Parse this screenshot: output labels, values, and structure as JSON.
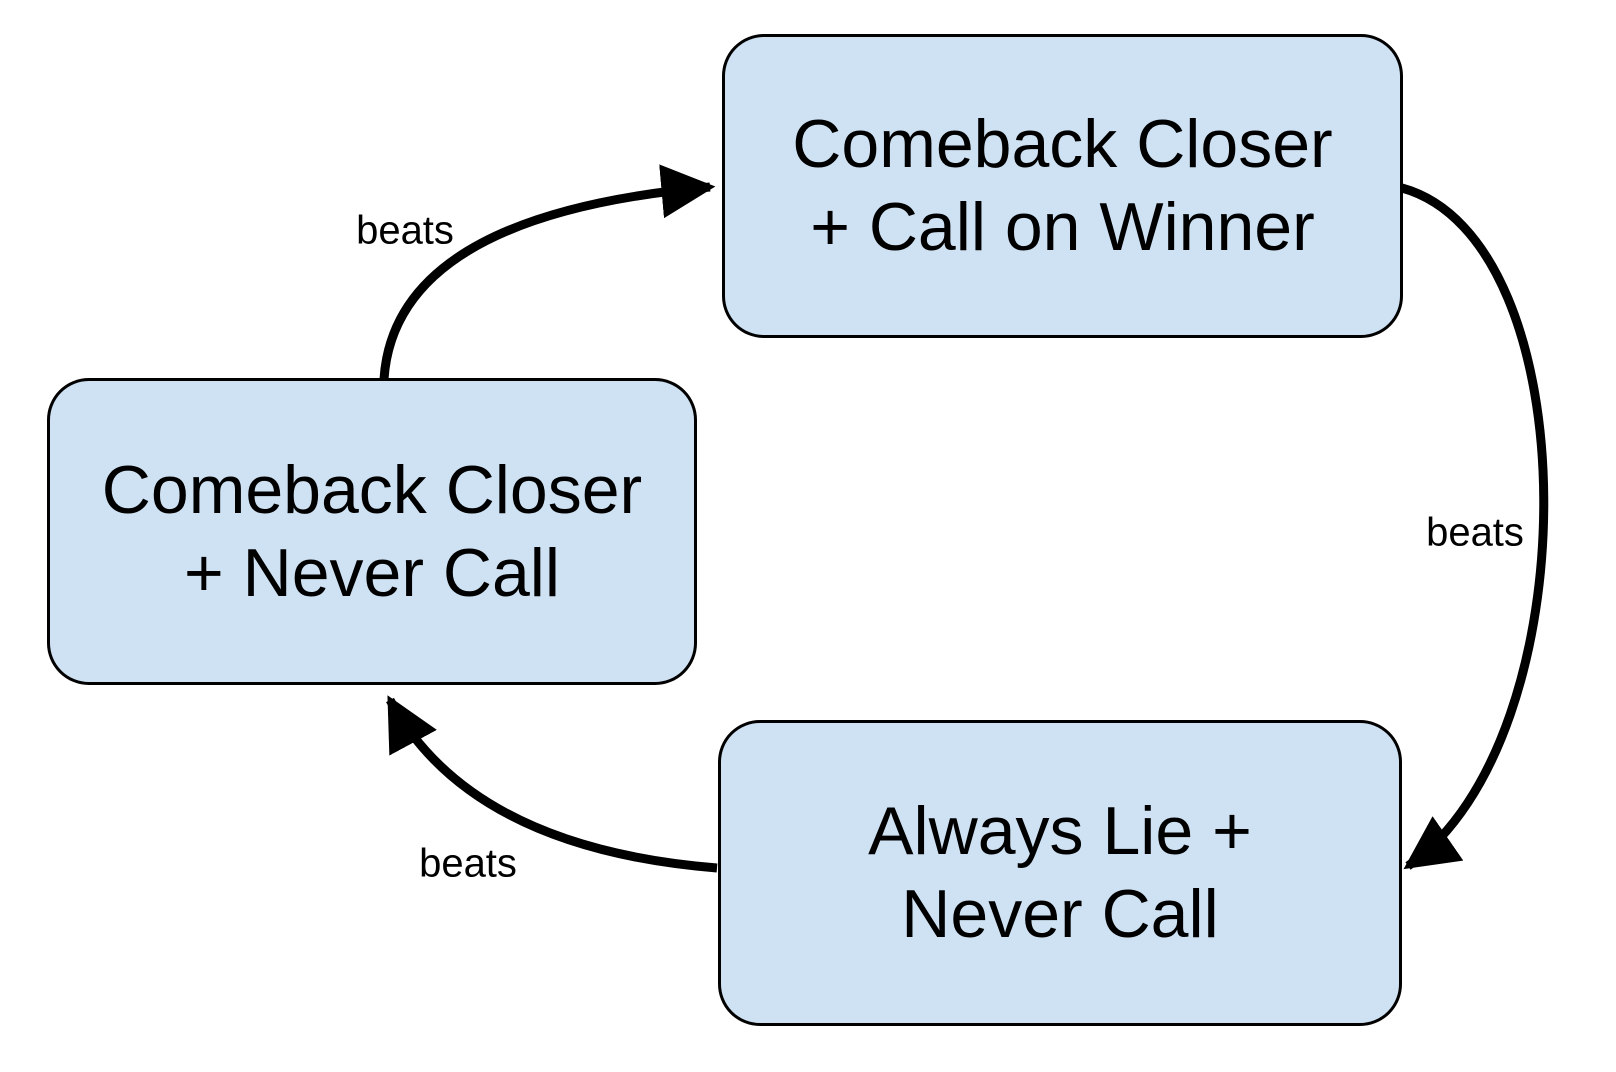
{
  "diagram": {
    "nodes": [
      {
        "name": "comeback-closer-call-on-winner",
        "lines": [
          "Comeback Closer",
          "+ Call on Winner"
        ]
      },
      {
        "name": "comeback-closer-never-call",
        "lines": [
          "Comeback Closer",
          "+ Never Call"
        ]
      },
      {
        "name": "always-lie-never-call",
        "lines": [
          "Always Lie +",
          "Never Call"
        ]
      }
    ],
    "edges": [
      {
        "from": "comeback-closer-never-call",
        "to": "comeback-closer-call-on-winner",
        "label": "beats"
      },
      {
        "from": "comeback-closer-call-on-winner",
        "to": "always-lie-never-call",
        "label": "beats"
      },
      {
        "from": "always-lie-never-call",
        "to": "comeback-closer-never-call",
        "label": "beats"
      }
    ],
    "colors": {
      "node_fill": "#cfe2f3",
      "node_border": "#000000",
      "arrow": "#000000",
      "text": "#000000",
      "label_text": "#000000",
      "background": "#ffffff"
    }
  }
}
